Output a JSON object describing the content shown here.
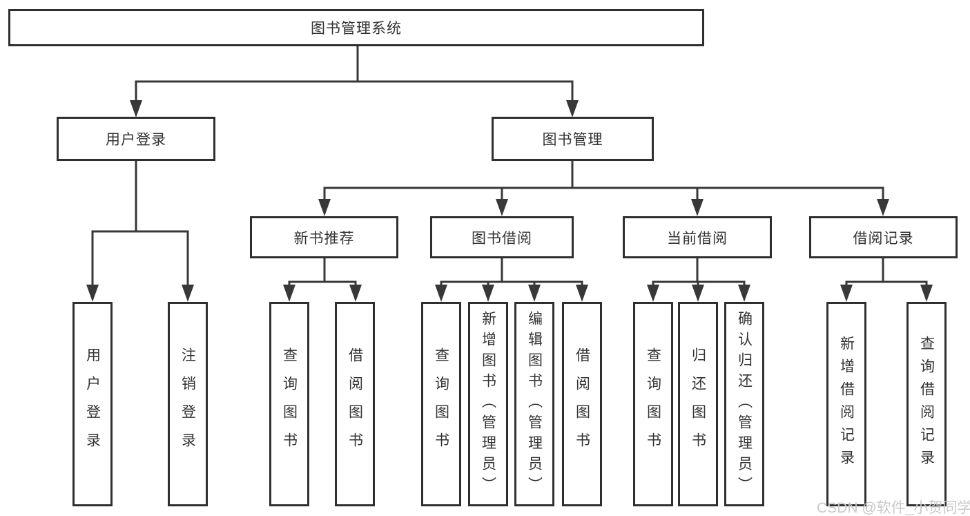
{
  "tree": {
    "label": "图书管理系统",
    "children": [
      {
        "label": "用户登录",
        "children": [
          {
            "label": "用户登录"
          },
          {
            "label": "注销登录"
          }
        ]
      },
      {
        "label": "图书管理",
        "children": [
          {
            "label": "新书推荐",
            "children": [
              {
                "label": "查询图书"
              },
              {
                "label": "借阅图书"
              }
            ]
          },
          {
            "label": "图书借阅",
            "children": [
              {
                "label": "查询图书"
              },
              {
                "label": "新增图书（管理员）"
              },
              {
                "label": "编辑图书（管理员）"
              },
              {
                "label": "借阅图书"
              }
            ]
          },
          {
            "label": "当前借阅",
            "children": [
              {
                "label": "查询图书"
              },
              {
                "label": "归还图书"
              },
              {
                "label": "确认归还（管理员）"
              }
            ]
          },
          {
            "label": "借阅记录",
            "children": [
              {
                "label": "新增借阅记录"
              },
              {
                "label": "查询借阅记录"
              }
            ]
          }
        ]
      }
    ]
  },
  "watermark": {
    "text": "CSDN @软件_小贺同学"
  },
  "colors": {
    "line": "#383838",
    "box_border": "#2f2f2f",
    "text": "#333333",
    "watermark": "#c9c9c9",
    "background": "#ffffff"
  }
}
